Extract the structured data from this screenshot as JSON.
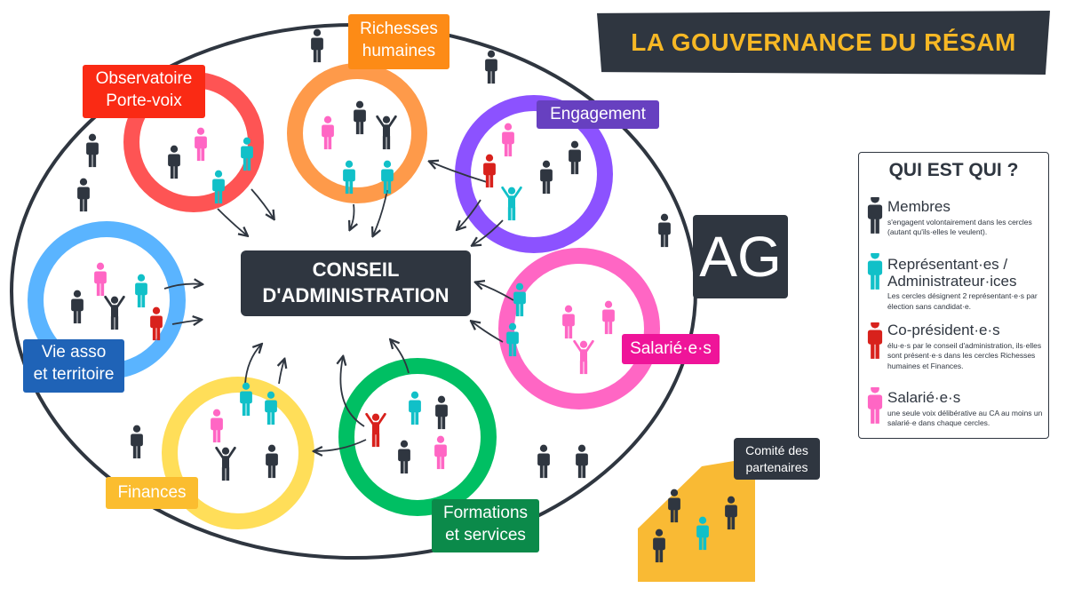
{
  "title": "LA GOUVERNANCE DU RÉSAM",
  "center": {
    "line1": "CONSEIL",
    "line2": "D'ADMINISTRATION"
  },
  "ag": "AG",
  "circles": {
    "observatoire": {
      "line1": "Observatoire",
      "line2": "Porte-voix",
      "color": "#fe5454",
      "label_color": "#fa2a14"
    },
    "richesses": {
      "line1": "Richesses",
      "line2": "humaines",
      "color": "#fe9a4a",
      "label_color": "#fd8b16"
    },
    "engagement": {
      "line1": "Engagement",
      "color": "#8c52ff",
      "label_color": "#6740c0"
    },
    "salaries": {
      "line1": "Salarié·e·s",
      "color": "#ff66c4",
      "label_color": "#ef1499"
    },
    "formations": {
      "line1": "Formations",
      "line2": "et services",
      "color": "#00bf63",
      "label_color": "#0b8a4a"
    },
    "finances": {
      "line1": "Finances",
      "color": "#ffde59",
      "label_color": "#fbbd2f"
    },
    "vie_asso": {
      "line1": "Vie asso",
      "line2": "et territoire",
      "color": "#5ab4ff",
      "label_color": "#1f63b7"
    }
  },
  "partners": {
    "line1": "Comité des",
    "line2": "partenaires",
    "box_color": "#f9ba34"
  },
  "legend": {
    "title": "QUI EST QUI ?",
    "items": [
      {
        "name": "Membres",
        "desc": "s'engagent volontairement dans les cercles (autant qu'ils·elles le veulent).",
        "color": "#2f3640"
      },
      {
        "name": "Représentant·es / Administrateur·ices",
        "desc": "Les cercles désignent 2 représentant·e·s par élection sans candidat·e.",
        "color": "#11c0c8"
      },
      {
        "name": "Co-président·e·s",
        "desc": "élu·e·s par le conseil d'administration, ils·elles sont présent·e·s dans les cercles Richesses humaines et Finances.",
        "color": "#d8211c"
      },
      {
        "name": "Salarié·e·s",
        "desc": "une seule voix délibérative au CA au moins un salarié·e dans chaque cercles.",
        "color": "#ff66c4"
      }
    ]
  },
  "colors": {
    "dark": "#2f3640",
    "member": "#2f3640",
    "representative": "#11c0c8",
    "copresident": "#d8211c",
    "employee": "#ff66c4",
    "accent": "#f7b825"
  }
}
